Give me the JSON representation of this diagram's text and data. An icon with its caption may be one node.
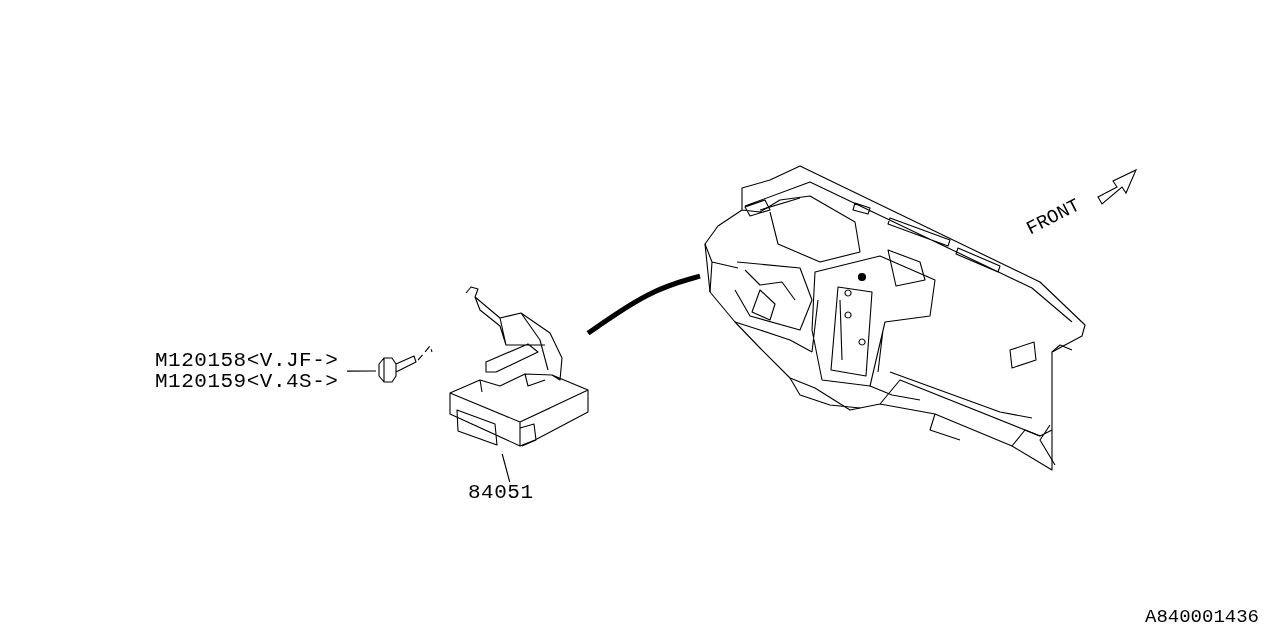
{
  "diagram": {
    "nodes": [
      {
        "text": [
          "M120158<V.JF->",
          "M120159<V.4S->"
        ]
      },
      {
        "text": [],
        "shape": "picture"
      },
      {
        "text": [
          "84051"
        ]
      },
      {
        "text": [],
        "shape": "picture"
      },
      {
        "text": [],
        "shape": "picture"
      }
    ],
    "edges": [
      {
        "from": 0,
        "to": 1,
        "arrow": "none"
      },
      {
        "from": 1,
        "to": 3,
        "arrow": "none",
        "style": "dashed"
      },
      {
        "from": 2,
        "to": 3,
        "arrow": "none"
      },
      {
        "from": 3,
        "to": 4,
        "arrow": "none",
        "style": "thick"
      }
    ],
    "labels": [
      "FRONT",
      "A840001436"
    ]
  }
}
